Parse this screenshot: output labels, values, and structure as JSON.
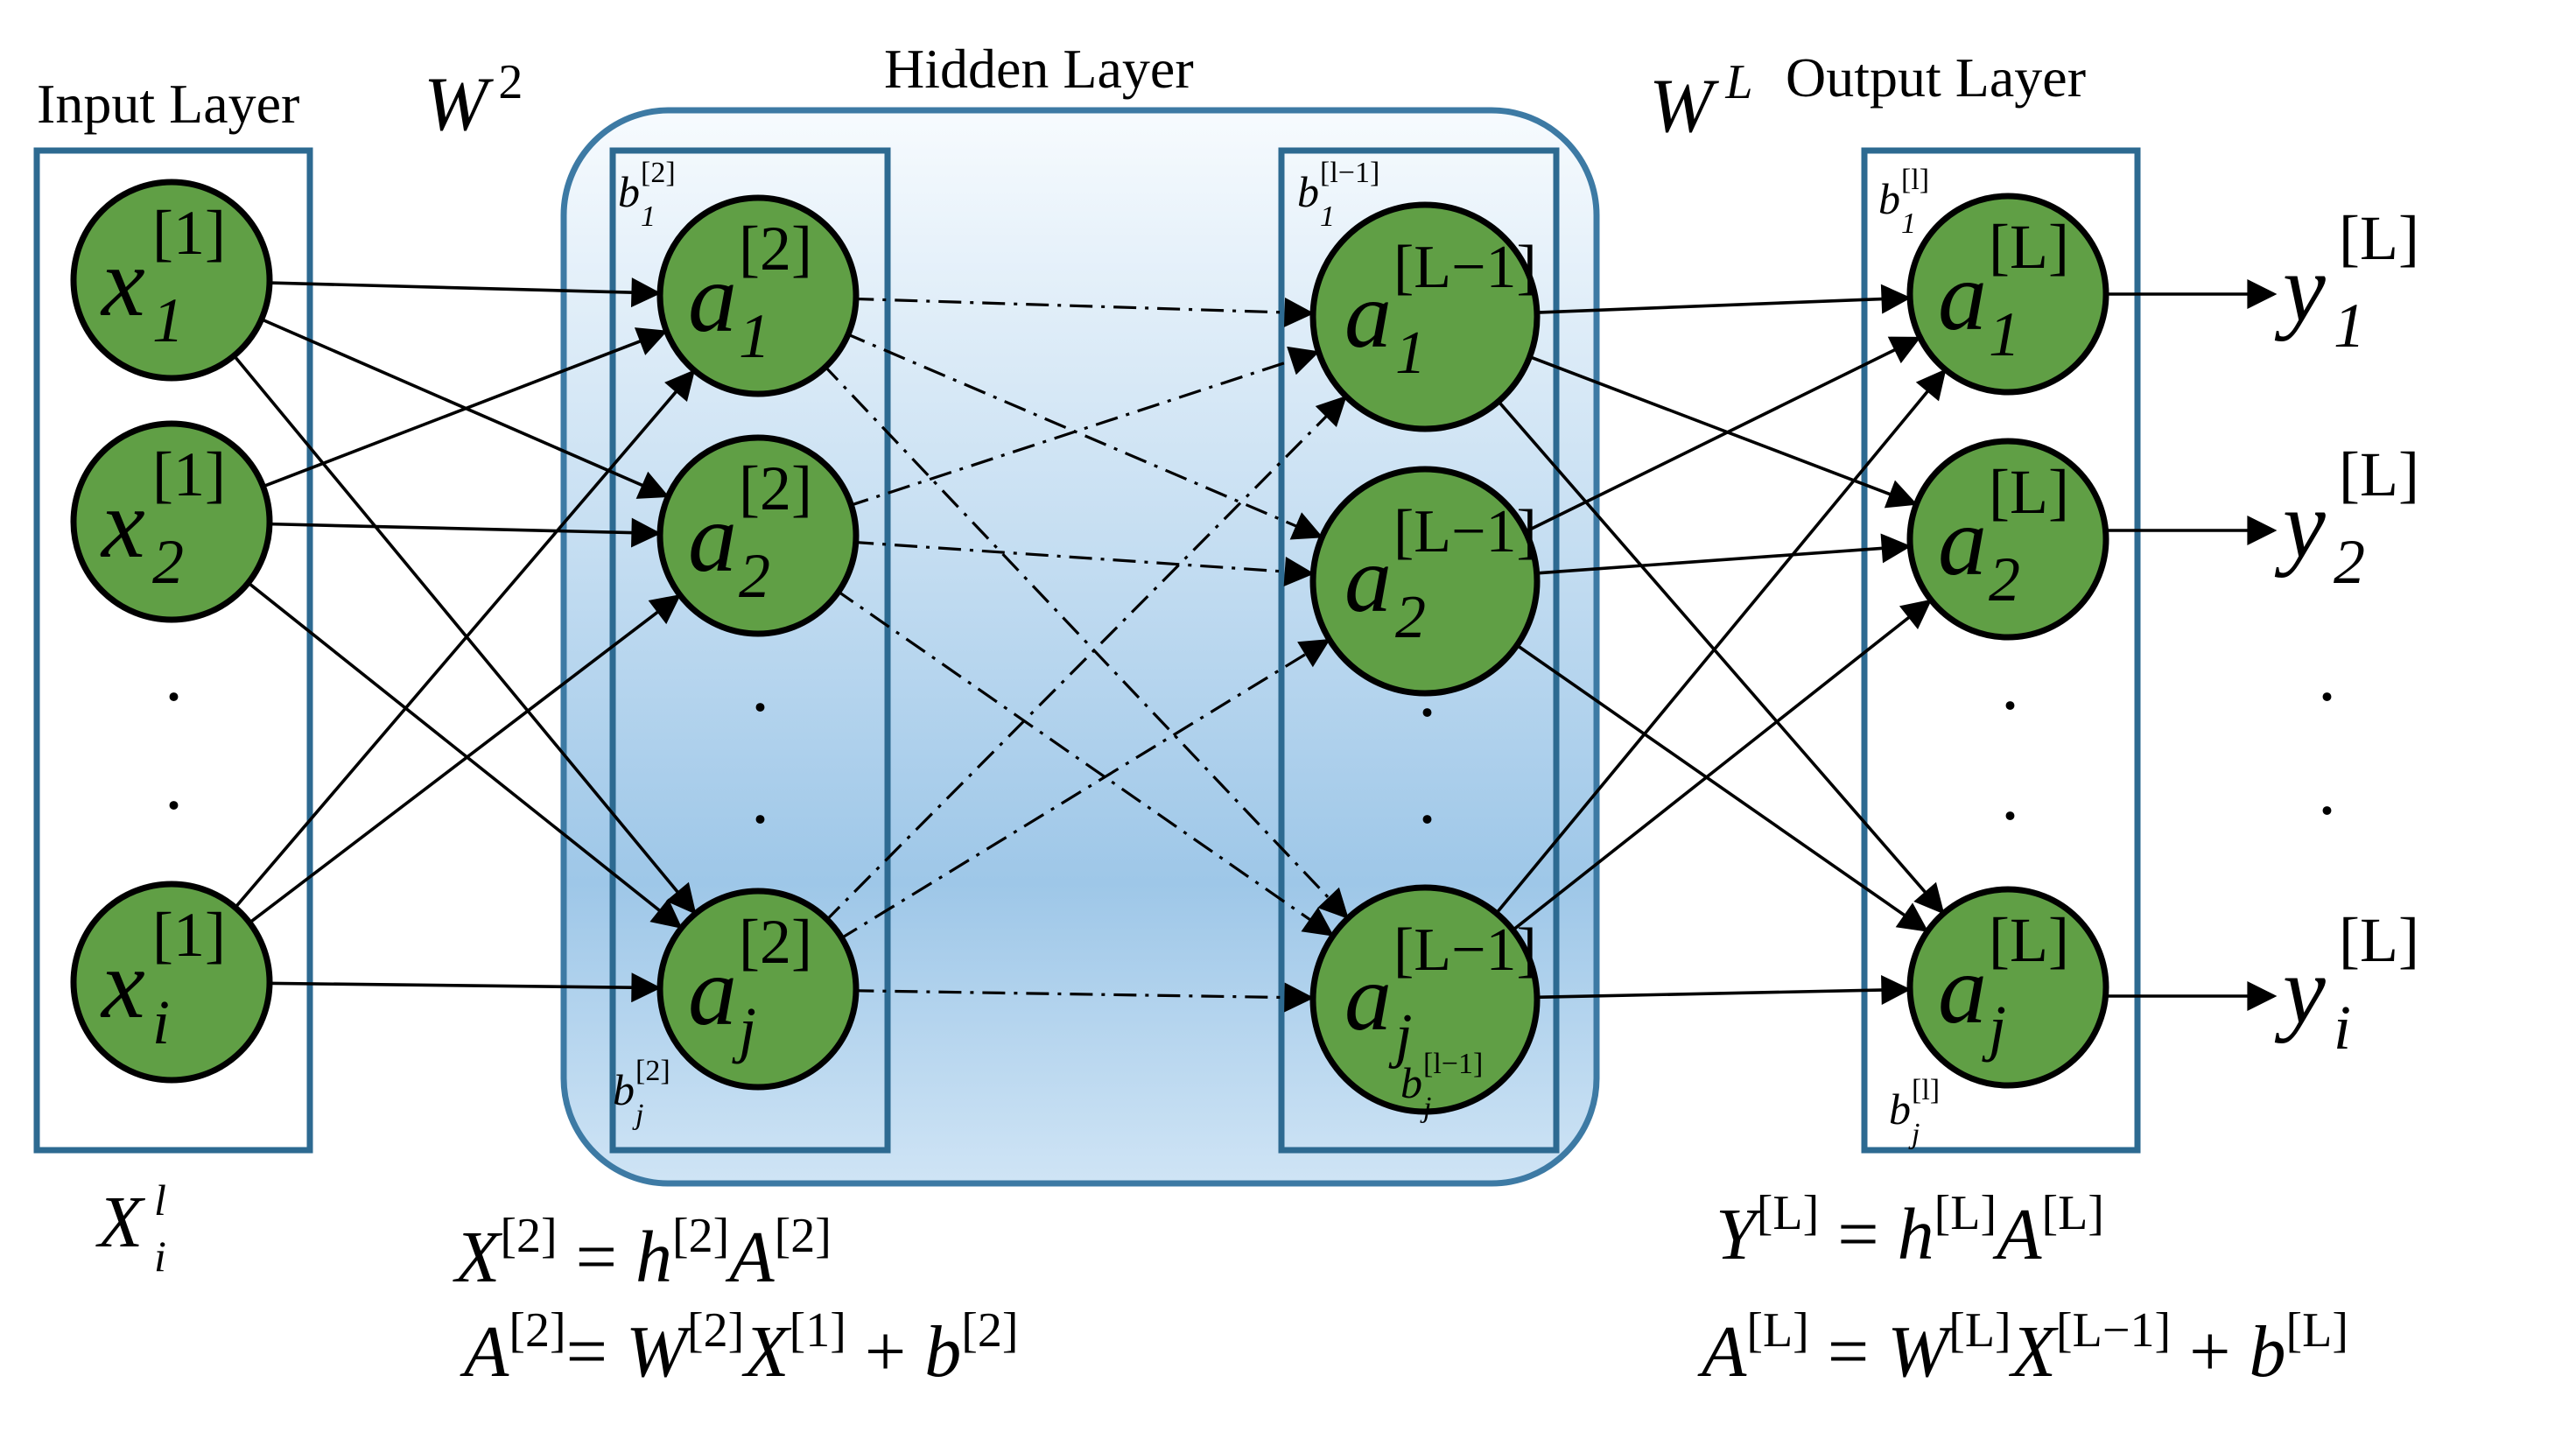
{
  "colors": {
    "node_fill": "#609f45",
    "box_stroke": "#2d6a91",
    "panel_stroke": "#3d7aa4",
    "panel_gradient_top": "#f7fbfe",
    "panel_gradient_mid": "#9ec7e8",
    "panel_gradient_bottom": "#cfe4f5",
    "edge": "#000000"
  },
  "layer_titles": {
    "input": "Input Layer",
    "hidden": "Hidden Layer",
    "output": "Output Layer"
  },
  "weights": {
    "w2": {
      "base": "W",
      "sup": "2"
    },
    "wl": {
      "base": "W",
      "sup": "L"
    }
  },
  "input_nodes": [
    {
      "base": "x",
      "sub": "1",
      "sup": "[1]"
    },
    {
      "base": "x",
      "sub": "2",
      "sup": "[1]"
    },
    {
      "base": "x",
      "sub": "i",
      "sup": "[1]"
    }
  ],
  "hidden2_nodes": [
    {
      "base": "a",
      "sub": "1",
      "sup": "[2]"
    },
    {
      "base": "a",
      "sub": "2",
      "sup": "[2]"
    },
    {
      "base": "a",
      "sub": "j",
      "sup": "[2]"
    }
  ],
  "hiddenL_nodes": [
    {
      "base": "a",
      "sub": "1",
      "sup": "[L−1]"
    },
    {
      "base": "a",
      "sub": "2",
      "sup": "[L−1]"
    },
    {
      "base": "a",
      "sub": "j",
      "sup": "[L−1]"
    }
  ],
  "output_nodes": [
    {
      "base": "a",
      "sub": "1",
      "sup": "[L]"
    },
    {
      "base": "a",
      "sub": "2",
      "sup": "[L]"
    },
    {
      "base": "a",
      "sub": "j",
      "sup": "[L]"
    }
  ],
  "outputs": [
    {
      "base": "y",
      "sub": "1",
      "sup": "[L]"
    },
    {
      "base": "y",
      "sub": "2",
      "sup": "[L]"
    },
    {
      "base": "y",
      "sub": "i",
      "sup": "[L]"
    }
  ],
  "biases": {
    "h2_top": {
      "base": "b",
      "sub": "1",
      "sup": "[2]"
    },
    "h2_bottom": {
      "base": "b",
      "sub": "j",
      "sup": "[2]"
    },
    "hl_top": {
      "base": "b",
      "sub": "1",
      "sup": "[l−1]"
    },
    "hl_bottom": {
      "base": "b",
      "sub": "j",
      "sup": "[l−1]"
    },
    "out_top": {
      "base": "b",
      "sub": "1",
      "sup": "[l]"
    },
    "out_bottom": {
      "base": "b",
      "sub": "j",
      "sup": "[l]"
    }
  },
  "input_vector": {
    "base": "X",
    "sub": "i",
    "sup": "l"
  },
  "ellipsis_dot": ".",
  "equations": {
    "hidden": {
      "line1": {
        "lhs": "X",
        "lhs_sup": "[2]",
        "op": " = ",
        "t1": "h",
        "t1_sup": "[2]",
        "t2": "A",
        "t2_sup": "[2]"
      },
      "line2": {
        "lhs": "A",
        "lhs_sup": "[2]",
        "op": "= ",
        "t1": "W",
        "t1_sup": "[2]",
        "t2": "X",
        "t2_sup": "[1]",
        "plus": " + ",
        "t3": "b",
        "t3_sup": "[2]"
      }
    },
    "output": {
      "line1": {
        "lhs": "Y",
        "lhs_sup": "[L]",
        "op": " = ",
        "t1": "h",
        "t1_sup": "[L]",
        "t2": "A",
        "t2_sup": "[L]"
      },
      "line2": {
        "lhs": "A",
        "lhs_sup": "[L]",
        "op": " = ",
        "t1": "W",
        "t1_sup": "[L]",
        "t2": "X",
        "t2_sup": "[L−1]",
        "plus": " + ",
        "t3": "b",
        "t3_sup": "[L]"
      }
    }
  }
}
